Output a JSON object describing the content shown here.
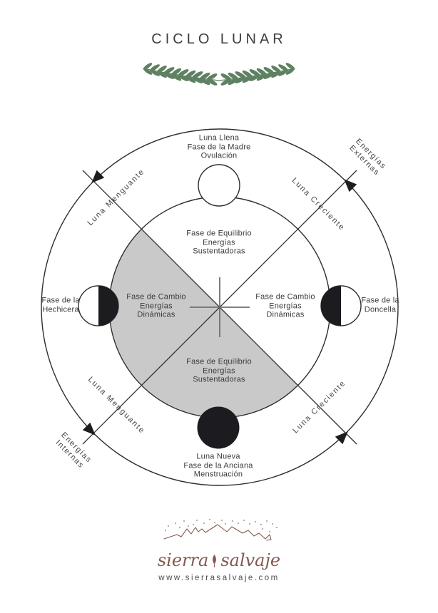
{
  "title": "CICLO LUNAR",
  "colors": {
    "line": "#2e2e2e",
    "text": "#3a3a3a",
    "shaded_half": "#c9c9c9",
    "moon_dark": "#1b1b20",
    "laurel_green": "#5e8162",
    "brand_brown": "#84594e"
  },
  "diagram": {
    "moon_phases": {
      "full": {
        "line1": "Luna Llena",
        "line2": "Fase de la Madre",
        "line3": "Ovulación"
      },
      "new": {
        "line1": "Luna Nueva",
        "line2": "Fase de la Anciana",
        "line3": "Menstruación"
      },
      "last_quarter": {
        "line1": "Fase de la",
        "line2": "Hechicera"
      },
      "first_quarter": {
        "line1": "Fase de la",
        "line2": "Doncella"
      }
    },
    "quadrants": {
      "top": {
        "line1": "Fase de Equilibrio",
        "line2": "Energías",
        "line3": "Sustentadoras"
      },
      "bottom": {
        "line1": "Fase de Equilibrio",
        "line2": "Energías",
        "line3": "Sustentadoras"
      },
      "left": {
        "line1": "Fase de Cambio",
        "line2": "Energías",
        "line3": "Dinámicas"
      },
      "right": {
        "line1": "Fase de Cambio",
        "line2": "Energías",
        "line3": "Dinámicas"
      }
    },
    "arc_labels": {
      "upper_left": "Luna Menguante",
      "upper_right": "Luna Creciente",
      "lower_left": "Luna Menguante",
      "lower_right": "Luna Creciente"
    },
    "energy_labels": {
      "external": {
        "line1": "Energías",
        "line2": "Externas"
      },
      "internal": {
        "line1": "Energías",
        "line2": "Internas"
      }
    }
  },
  "footer": {
    "brand_word1": "sierra",
    "brand_word2": "salvaje",
    "website": "www.sierrasalvaje.com"
  }
}
